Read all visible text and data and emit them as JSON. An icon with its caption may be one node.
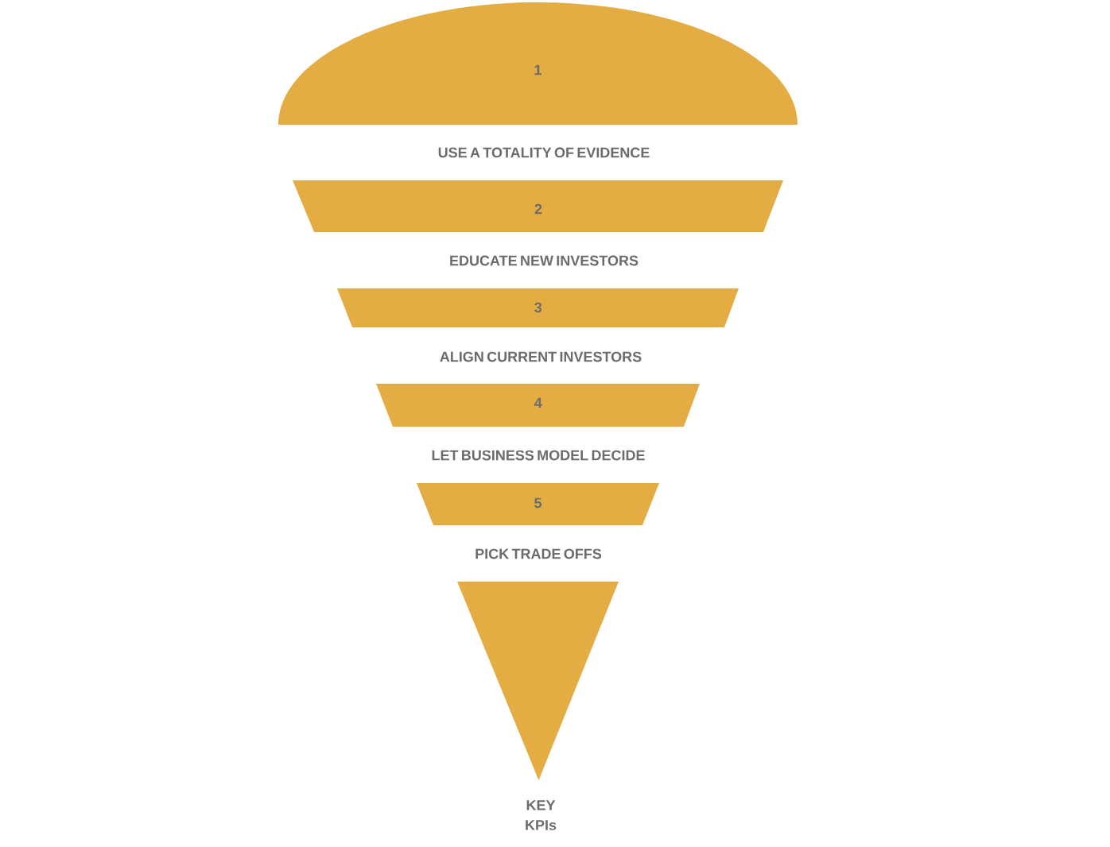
{
  "diagram": {
    "nodes": [
      {
        "text": [
          "1"
        ],
        "beside": [
          "USE A TOTALITY OF EVIDENCE"
        ]
      },
      {
        "text": [
          "2"
        ],
        "beside": [
          "EDUCATE NEW INVESTORS"
        ]
      },
      {
        "text": [
          "3"
        ],
        "beside": [
          "ALIGN CURRENT INVESTORS"
        ]
      },
      {
        "text": [
          "4"
        ],
        "beside": [
          "LET BUSINESS MODEL DECIDE"
        ]
      },
      {
        "text": [
          "5"
        ],
        "beside": [
          "PICK TRADE OFFS"
        ]
      },
      {
        "text": [],
        "shape": "triangle",
        "beside": [
          "KEY KPIs"
        ]
      }
    ]
  }
}
